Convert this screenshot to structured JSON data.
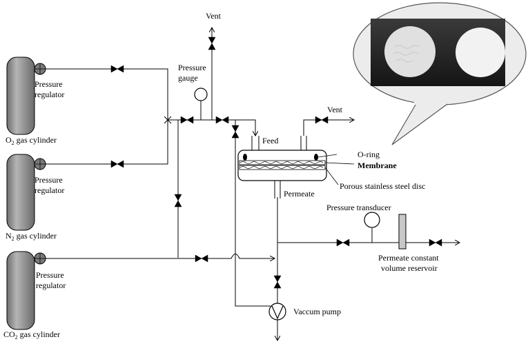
{
  "labels": {
    "vent_top": "Vent",
    "vent_right": "Vent",
    "pressure_gauge_l1": "Pressure",
    "pressure_gauge_l2": "gauge",
    "reg1_l1": "Pressure",
    "reg1_l2": "regulator",
    "reg2_l1": "Pressure",
    "reg2_l2": "regulator",
    "reg3_l1": "Pressure",
    "reg3_l2": "regulator",
    "o2_cyl_pre": "O",
    "o2_cyl_sub": "2",
    "o2_cyl_post": " gas cylinder",
    "n2_cyl_pre": "N",
    "n2_cyl_sub": "2",
    "n2_cyl_post": " gas cylinder",
    "co2_cyl_pre": "CO",
    "co2_cyl_sub": "2",
    "co2_cyl_post": " gas cylinder",
    "feed": "Feed",
    "oring": "O-ring",
    "membrane": "Membrane",
    "porous": "Porous stainless  steel disc",
    "permeate": "Permeate",
    "pressure_transducer": "Pressure transducer",
    "reservoir_l1": "Permeate constant",
    "reservoir_l2": "volume reservoir",
    "vacuum_pump": "Vaccum pump"
  },
  "colors": {
    "cylinder_fill": "#8c8c8c",
    "cylinder_highlight": "#bdbdbd",
    "regulator_fill": "#6e6e6e",
    "bubble_fill": "#e8e8e8",
    "membrane_photo_bg": "#2a2a2a",
    "membrane_disc": "#e6e6e6"
  }
}
